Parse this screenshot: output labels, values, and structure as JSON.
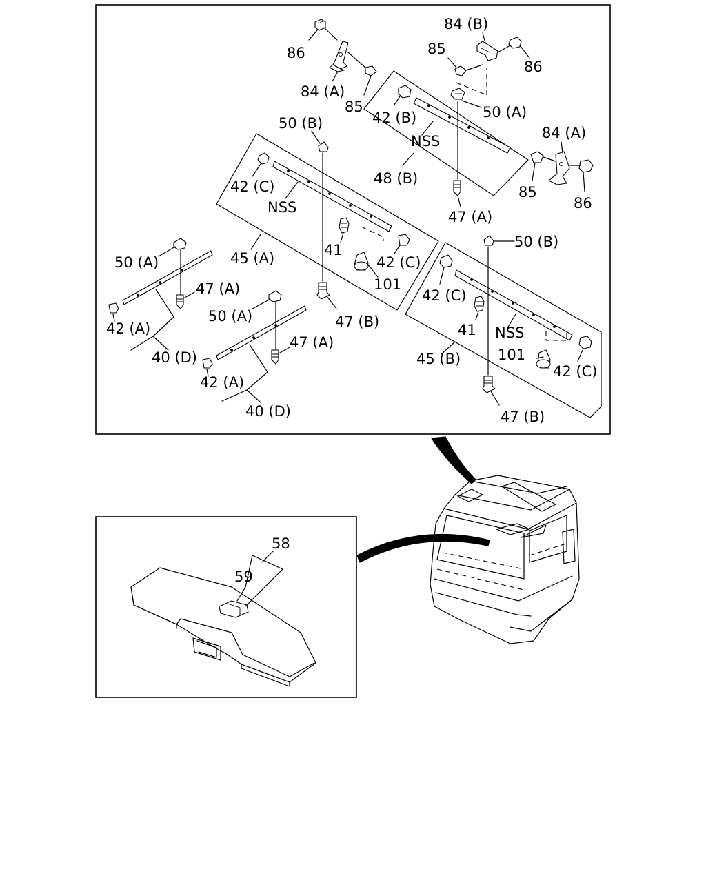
{
  "labels": {
    "p86_a": "86",
    "p84a_top": "84 (A)",
    "p85_a": "85",
    "p84b": "84 (B)",
    "p85_b": "85",
    "p86_b": "86",
    "p50a_top": "50 (A)",
    "p42b": "42 (B)",
    "nss_top": "NSS",
    "p48b": "48 (B)",
    "p84a_right": "84 (A)",
    "p85_c": "85",
    "p86_c": "86",
    "p47a_top": "47 (A)",
    "p50b_left": "50 (B)",
    "p42c_left": "42 (C)",
    "nss_left": "NSS",
    "p41_left": "41",
    "p42c_mid": "42 (C)",
    "p101_left": "101",
    "p45a": "45 (A)",
    "p47b_left": "47 (B)",
    "p50a_left1": "50 (A)",
    "p47a_left1": "47 (A)",
    "p42a_left1": "42 (A)",
    "p40d_left1": "40 (D)",
    "p50a_left2": "50 (A)",
    "p47a_left2": "47 (A)",
    "p42a_left2": "42 (A)",
    "p40d_left2": "40 (D)",
    "p50b_right": "50 (B)",
    "p42c_right1": "42 (C)",
    "p41_right": "41",
    "nss_right": "NSS",
    "p101_right": "101",
    "p42c_right2": "42 (C)",
    "p45b": "45 (B)",
    "p47b_right": "47 (B)",
    "p58": "58",
    "p59": "59"
  }
}
